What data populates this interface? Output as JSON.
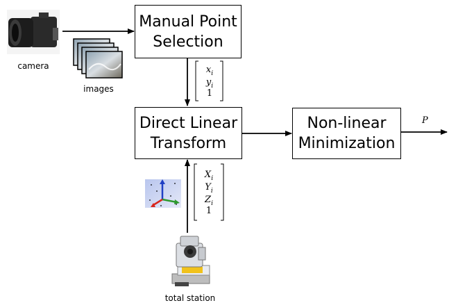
{
  "boxes": {
    "manual_point_selection": "Manual Point\nSelection",
    "direct_linear_transform": "Direct Linear\nTransform",
    "nonlinear_minimization": "Non-linear\nMinimization"
  },
  "labels": {
    "camera": "camera",
    "images": "images",
    "total_station": "total station",
    "output": "P"
  },
  "image_vector": {
    "row1": {
      "base": "x",
      "sub": "i"
    },
    "row2": {
      "base": "y",
      "sub": "i"
    },
    "row3": "1"
  },
  "world_vector": {
    "row1": {
      "base": "X",
      "sub": "i"
    },
    "row2": {
      "base": "Y",
      "sub": "i"
    },
    "row3": {
      "base": "Z",
      "sub": "i"
    },
    "row4": "1"
  },
  "colors": {
    "axis_x": "#d9261c",
    "axis_y": "#2e9a2e",
    "axis_z": "#1f3fc4",
    "axes_background": "#c8d2ef"
  },
  "icons": [
    "camera-icon",
    "images-stack-icon",
    "coordinate-axes-icon",
    "total-station-icon"
  ]
}
